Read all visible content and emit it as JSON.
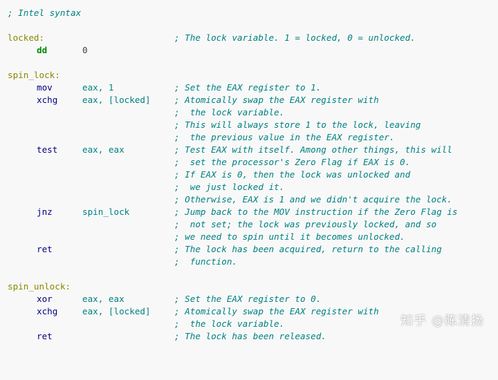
{
  "header_comment": "; Intel syntax",
  "lines": [
    {
      "label": "locked:",
      "comment": "; The lock variable. 1 = locked, 0 = unlocked."
    },
    {
      "directive": "dd",
      "value": "0"
    },
    {
      "label": "spin_lock:"
    },
    {
      "mnemonic": "mov",
      "operand": "eax, 1",
      "comment": "; Set the EAX register to 1."
    },
    {
      "mnemonic": "xchg",
      "operand": "eax, [locked]",
      "comment": "; Atomically swap the EAX register with"
    },
    {
      "comment": ";  the lock variable."
    },
    {
      "comment": "; This will always store 1 to the lock, leaving"
    },
    {
      "comment": ";  the previous value in the EAX register."
    },
    {
      "mnemonic": "test",
      "operand": "eax, eax",
      "comment": "; Test EAX with itself. Among other things, this will"
    },
    {
      "comment": ";  set the processor's Zero Flag if EAX is 0."
    },
    {
      "comment": "; If EAX is 0, then the lock was unlocked and"
    },
    {
      "comment": ";  we just locked it."
    },
    {
      "comment": "; Otherwise, EAX is 1 and we didn't acquire the lock."
    },
    {
      "mnemonic": "jnz",
      "operand": "spin_lock",
      "comment": "; Jump back to the MOV instruction if the Zero Flag is"
    },
    {
      "comment": ";  not set; the lock was previously locked, and so"
    },
    {
      "comment": "; we need to spin until it becomes unlocked."
    },
    {
      "mnemonic": "ret",
      "comment": "; The lock has been acquired, return to the calling"
    },
    {
      "comment": ";  function."
    },
    {
      "label": "spin_unlock:"
    },
    {
      "mnemonic": "xor",
      "operand": "eax, eax",
      "comment": "; Set the EAX register to 0."
    },
    {
      "mnemonic": "xchg",
      "operand": "eax, [locked]",
      "comment": "; Atomically swap the EAX register with"
    },
    {
      "comment": ";  the lock variable."
    },
    {
      "mnemonic": "ret",
      "comment": "; The lock has been released."
    }
  ],
  "watermark": "知乎 @陈清扬"
}
